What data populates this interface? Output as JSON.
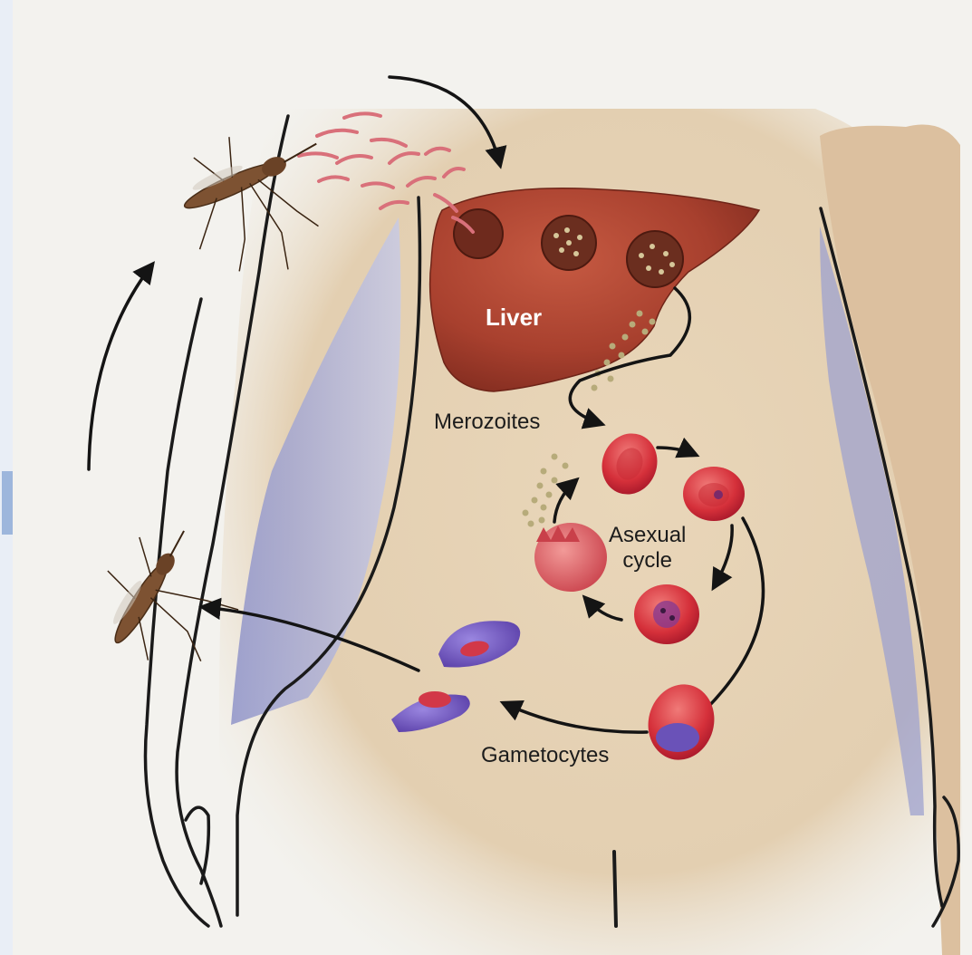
{
  "labels": {
    "liver": "Liver",
    "merozoites": "Merozoites",
    "asexual_line1": "Asexual",
    "asexual_line2": "cycle",
    "gametocytes": "Gametocytes"
  },
  "colors": {
    "page_background": "#f3f2ee",
    "skin": "#e6d3b6",
    "liver": "#a8402e",
    "red_cell": "#d5303a",
    "gametocyte": "#6a52b8",
    "body_shadow": "#9ea2cf",
    "outline": "#1a1a1a"
  },
  "icons": [
    "mosquito-icon",
    "mosquito-icon",
    "sporozoite-cluster-icon",
    "merozoite-dots-icon"
  ]
}
